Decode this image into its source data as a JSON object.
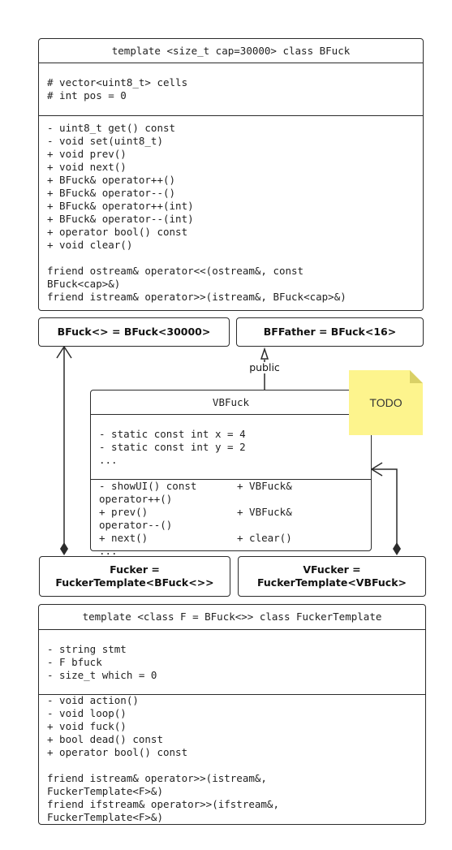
{
  "bfuck": {
    "title": "template <size_t cap=30000> class BFuck",
    "fields": "# vector<uint8_t> cells\n# int pos = 0",
    "methods": "- uint8_t get() const\n- void set(uint8_t)\n+ void prev()\n+ void next()\n+ BFuck& operator++()\n+ BFuck& operator--()\n+ BFuck& operator++(int)\n+ BFuck& operator--(int)\n+ operator bool() const\n+ void clear()\n\nfriend ostream& operator<<(ostream&, const\nBFuck<cap>&)\nfriend istream& operator>>(istream&, BFuck<cap>&)"
  },
  "alias_bfuck_default": "BFuck<> = BFuck<30000>",
  "alias_bffather": "BFFather = BFuck<16>",
  "inheritance_label": "public",
  "vbfuck": {
    "title": "VBFuck",
    "fields": "- static const int x = 4\n- static const int y = 2\n...",
    "methods_left": "- showUI() const\noperator++()\n+ prev()\noperator--()\n+ next()\n...",
    "methods_right": "+ VBFuck&\n\n+ VBFuck&\n\n+ clear()"
  },
  "note": {
    "text": "TODO",
    "color": "#fdf48d"
  },
  "alias_fucker": "Fucker =\nFuckerTemplate<BFuck<>>",
  "alias_vfucker": "VFucker =\nFuckerTemplate<VBFuck>",
  "fucker_template": {
    "title": "template <class F = BFuck<>> class FuckerTemplate",
    "fields": "- string stmt\n- F bfuck\n- size_t which = 0",
    "methods": "- void action()\n- void loop()\n+ void fuck()\n+ bool dead() const\n+ operator bool() const\n\nfriend istream& operator>>(istream&,\nFuckerTemplate<F>&)\nfriend ifstream& operator>>(ifstream&,\nFuckerTemplate<F>&)"
  }
}
